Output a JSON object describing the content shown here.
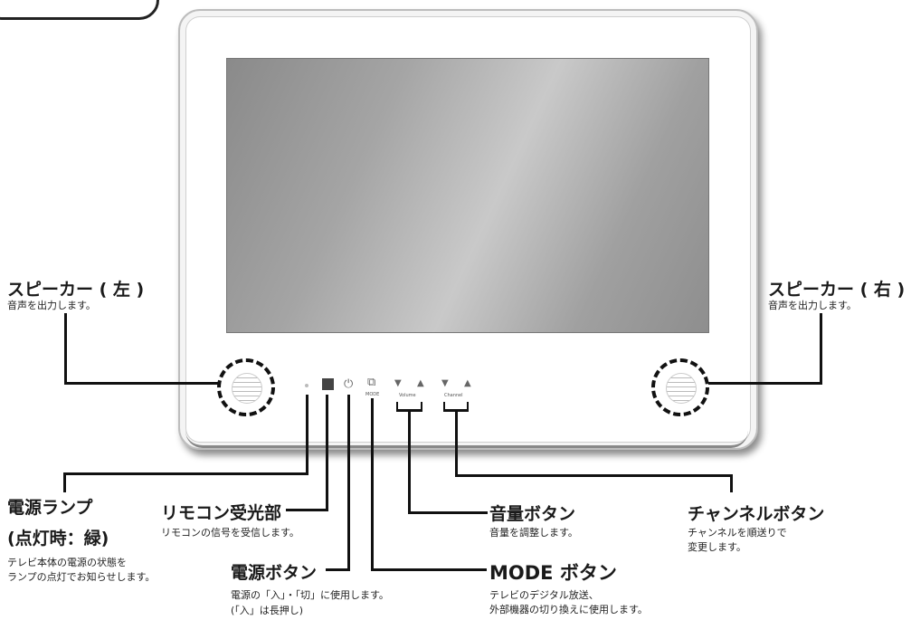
{
  "speaker_left": {
    "title": "スピーカー ( 左 )",
    "desc": "音声を出力します。",
    "icon": "speaker-icon"
  },
  "speaker_right": {
    "title": "スピーカー ( 右 )",
    "desc": "音声を出力します。",
    "icon": "speaker-icon"
  },
  "power_lamp": {
    "title_1": "電源ランプ",
    "title_2": "(点灯時：緑)",
    "desc_1": "テレビ本体の電源の状態を",
    "desc_2": "ランプの点灯でお知らせします。"
  },
  "remote_receiver": {
    "title": "リモコン受光部",
    "desc": "リモコンの信号を受信します。"
  },
  "power_button": {
    "title": "電源ボタン",
    "desc_1": "電源の「入」・「切」に使用します。",
    "desc_2": "(「入」は長押し)",
    "icon": "power-icon"
  },
  "mode_button": {
    "title": "MODE ボタン",
    "desc_1": "テレビのデジタル放送、",
    "desc_2": "外部機器の切り換えに使用します。",
    "panel_label": "MODE",
    "icon": "mode-icon"
  },
  "volume_button": {
    "title": "音量ボタン",
    "desc": "音量を調整します。",
    "panel_label": "Volume"
  },
  "channel_button": {
    "title": "チャンネルボタン",
    "desc_1": "チャンネルを順送りで",
    "desc_2": "変更します。",
    "panel_label": "Channel"
  },
  "glyphs": {
    "power": "⏻",
    "mode": "⧉",
    "down": "▼",
    "up": "▲"
  }
}
